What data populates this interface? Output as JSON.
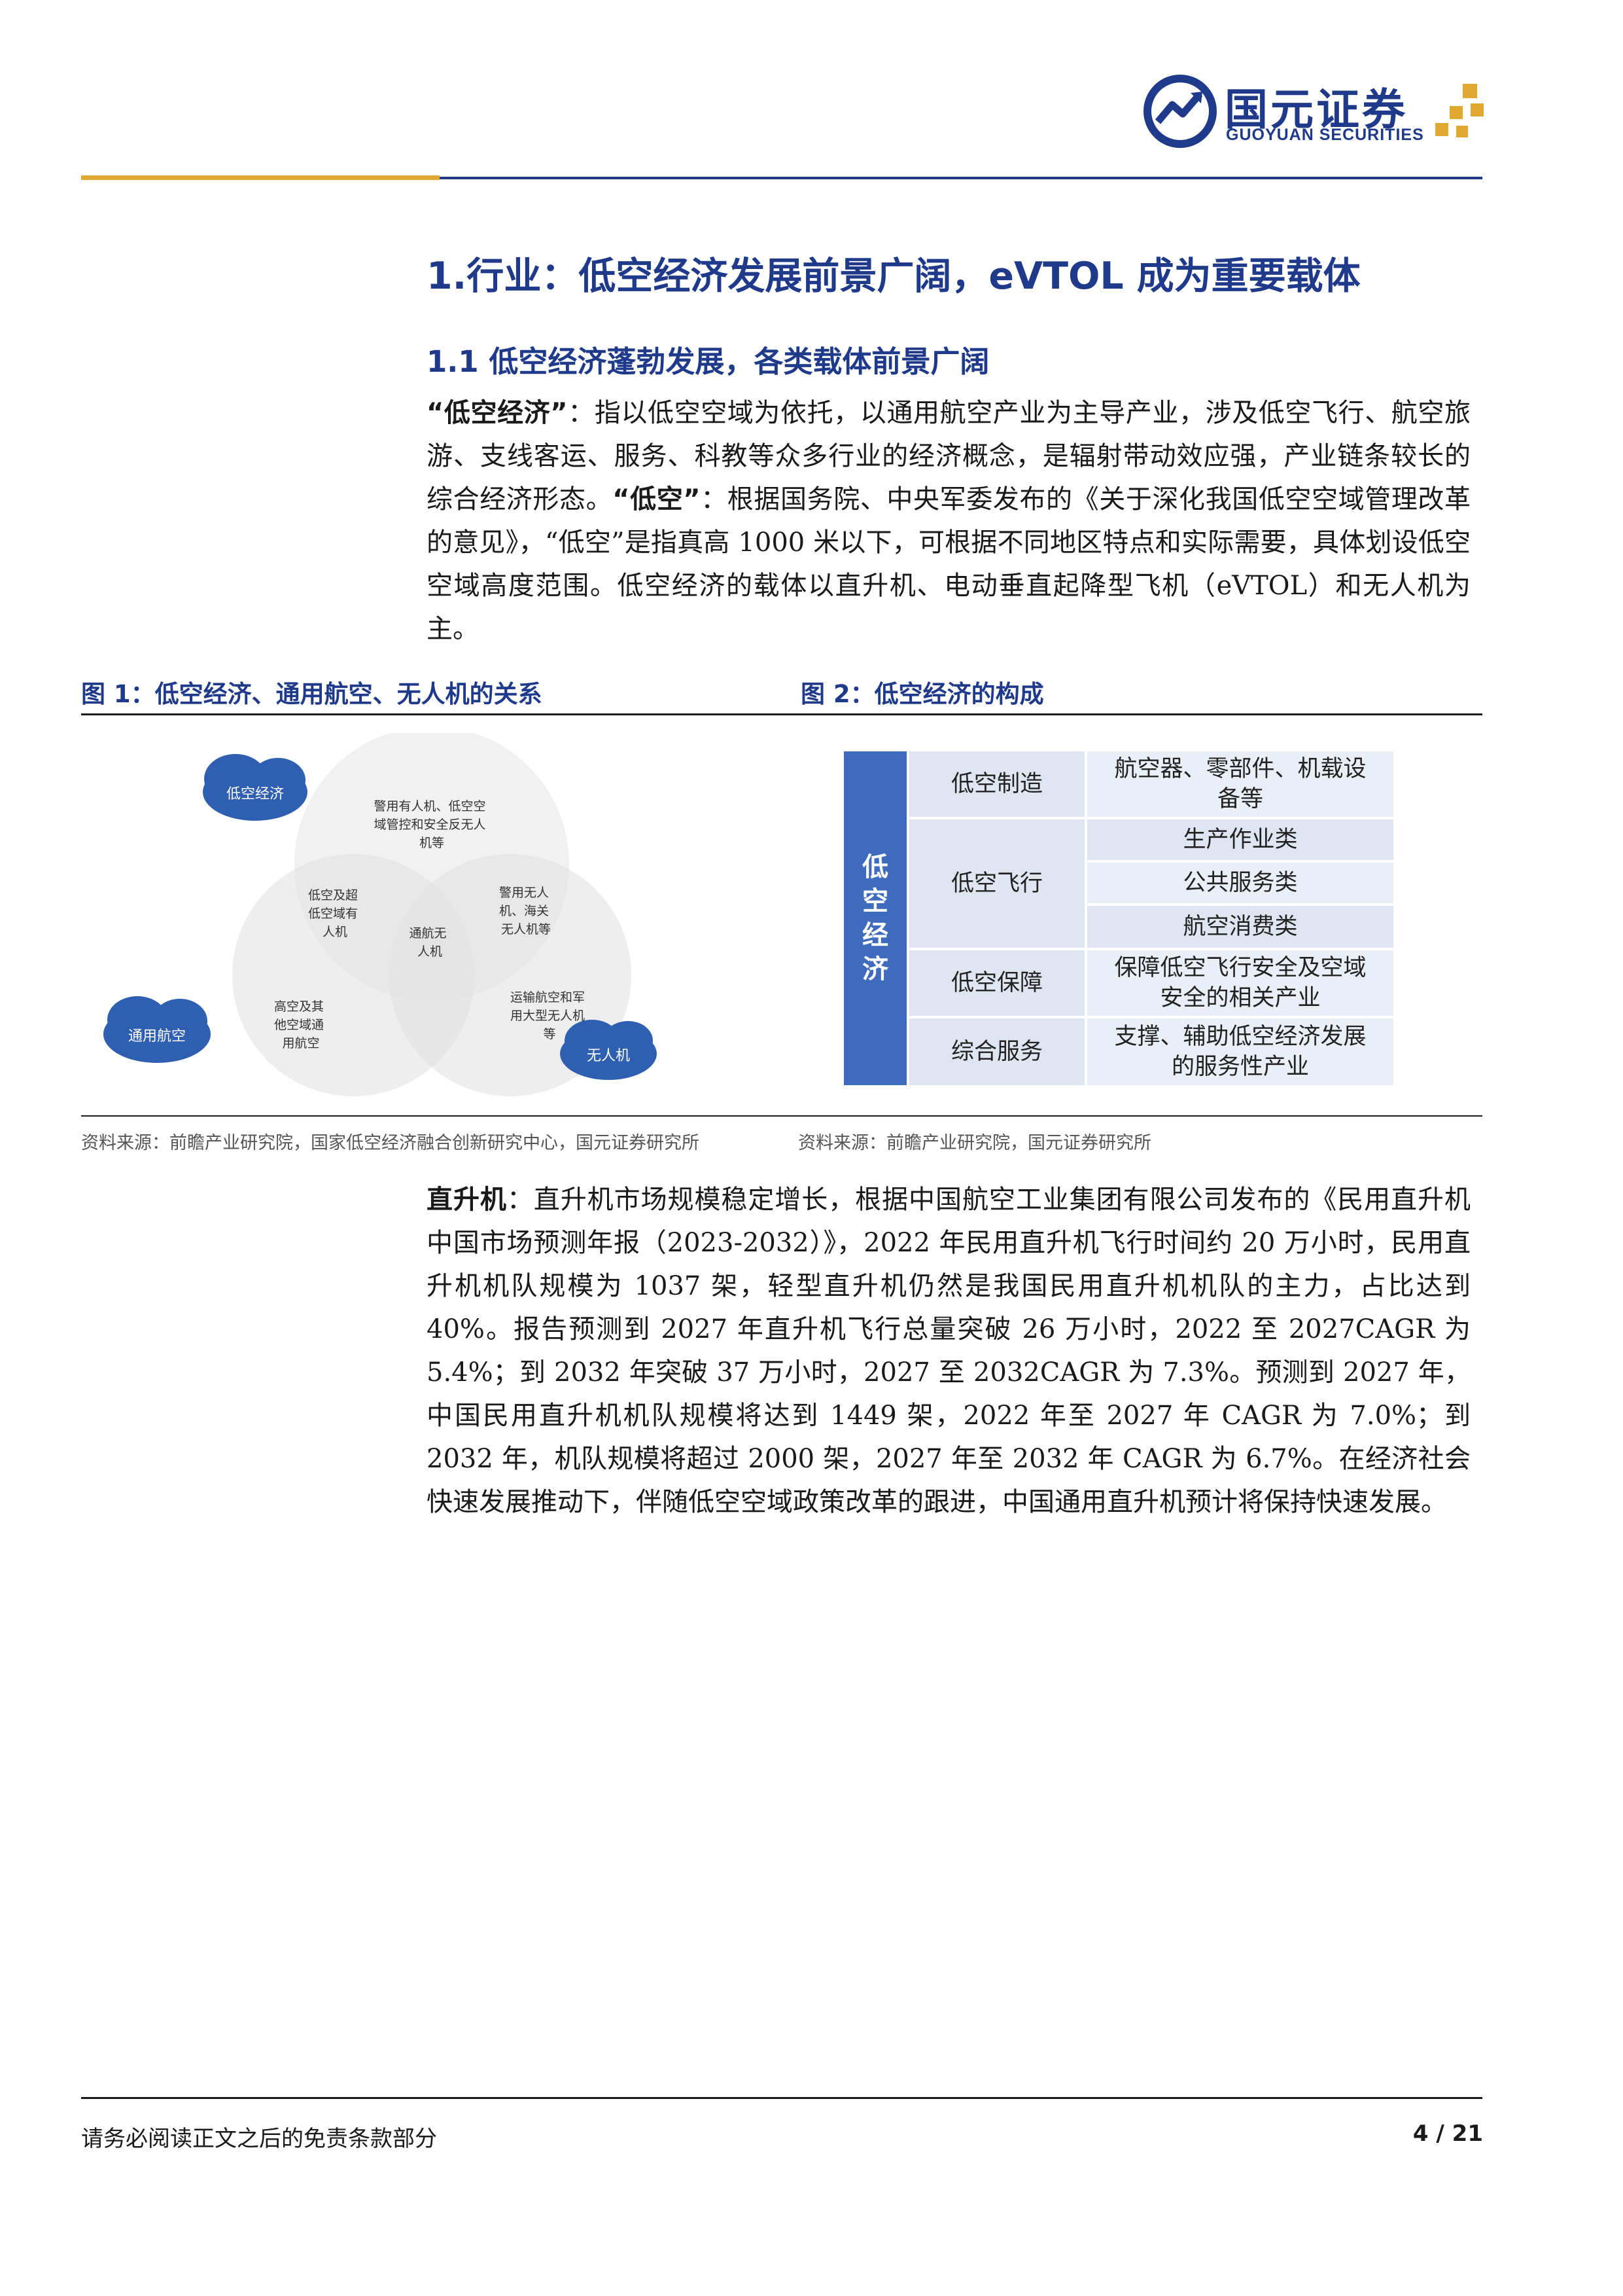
{
  "header": {
    "logo_cn": "国元证券",
    "logo_en": "GUOYUAN SECURITIES",
    "brand_blue": "#1f3a8a",
    "brand_gold": "#e0a830"
  },
  "section": {
    "h1": "1.行业：低空经济发展前景广阔，eVTOL 成为重要载体",
    "h2": "1.1 低空经济蓬勃发展，各类载体前景广阔"
  },
  "para1": {
    "term1": "“低空经济”",
    "text1": "：指以低空空域为依托，以通用航空产业为主导产业，涉及低空飞行、航空旅游、支线客运、服务、科教等众多行业的经济概念，是辐射带动效应强，产业链条较长的综合经济形态。",
    "term2": "“低空”",
    "text2": "：根据国务院、中央军委发布的《关于深化我国低空空域管理改革的意见》，“低空”是指真高 1000 米以下，可根据不同地区特点和实际需要，具体划设低空空域高度范围。低空经济的载体以直升机、电动垂直起降型飞机（eVTOL）和无人机为主。"
  },
  "fig1": {
    "caption": "图 1：低空经济、通用航空、无人机的关系",
    "source": "资料来源：前瞻产业研究院，国家低空经济融合创新研究中心，国元证券研究所",
    "cloud_low": "低空经济",
    "cloud_ga": "通用航空",
    "cloud_uav": "无人机",
    "region_top": [
      "警用有人机、低空空",
      "域管控和安全反无人",
      "机等"
    ],
    "region_left": [
      "低空及超",
      "低空域有",
      "人机"
    ],
    "region_right": [
      "警用无人",
      "机、海关",
      "无人机等"
    ],
    "region_center": [
      "通航无",
      "人机"
    ],
    "region_bottom_left": [
      "高空及其",
      "他空域通",
      "用航空"
    ],
    "region_bottom_right": [
      "运输航空和军",
      "用大型无人机",
      "等"
    ]
  },
  "fig2": {
    "caption": "图 2：低空经济的构成",
    "source": "资料来源：前瞻产业研究院，国元证券研究所",
    "side_label": [
      "低",
      "空",
      "经",
      "济"
    ],
    "rows": [
      {
        "cat": "低空制造",
        "desc": [
          "航空器、零部件、机载设",
          "备等"
        ]
      },
      {
        "cat": "低空飞行",
        "subs": [
          "生产作业类",
          "公共服务类",
          "航空消费类"
        ]
      },
      {
        "cat": "低空保障",
        "desc": [
          "保障低空飞行安全及空域",
          "安全的相关产业"
        ]
      },
      {
        "cat": "综合服务",
        "desc": [
          "支撑、辅助低空经济发展",
          "的服务性产业"
        ]
      }
    ]
  },
  "para2": {
    "term": "直升机",
    "text": "：直升机市场规模稳定增长，根据中国航空工业集团有限公司发布的《民用直升机中国市场预测年报（2023-2032）》，2022 年民用直升机飞行时间约 20 万小时，民用直升机机队规模为 1037 架，轻型直升机仍然是我国民用直升机机队的主力，占比达到 40%。报告预测到 2027 年直升机飞行总量突破 26 万小时，2022 至 2027CAGR 为 5.4%；到 2032 年突破 37 万小时，2027 至 2032CAGR 为 7.3%。预测到 2027 年，中国民用直升机机队规模将达到 1449 架，2022 年至 2027 年 CAGR 为 7.0%；到 2032 年，机队规模将超过 2000 架，2027 年至 2032 年 CAGR 为 6.7%。在经济社会快速发展推动下，伴随低空空域政策改革的跟进，中国通用直升机预计将保持快速发展。"
  },
  "footer": {
    "disclaimer": "请务必阅读正文之后的免责条款部分",
    "page": "4 / 21"
  }
}
